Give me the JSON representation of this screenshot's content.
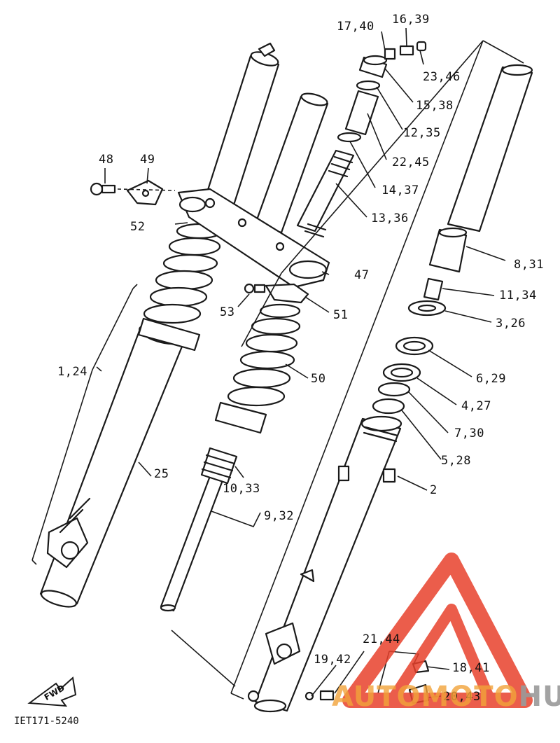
{
  "diagram": {
    "drawing_code": "IET171-5240",
    "fwd_label": "FWD",
    "part_labels": {
      "p17_40": "17,40",
      "p16_39": "16,39",
      "p23_46": "23,46",
      "p15_38": "15,38",
      "p12_35": "12,35",
      "p22_45": "22,45",
      "p14_37": "14,37",
      "p13_36": "13,36",
      "p48": "48",
      "p49": "49",
      "p52": "52",
      "p47": "47",
      "p53": "53",
      "p51": "51",
      "p8_31": "8,31",
      "p11_34": "11,34",
      "p3_26": "3,26",
      "p50": "50",
      "p1_24": "1,24",
      "p6_29": "6,29",
      "p4_27": "4,27",
      "p7_30": "7,30",
      "p5_28": "5,28",
      "p25": "25",
      "p2": "2",
      "p10_33": "10,33",
      "p9_32": "9,32",
      "p21_44": "21,44",
      "p19_42": "19,42",
      "p18_41": "18,41",
      "p20_43": "20,43"
    }
  },
  "watermark": {
    "part1": "AUTOMOTO",
    "part2": "HUB",
    "color_red": "#e8412c",
    "color_orange": "#f2a33a",
    "color_gray": "#9a9a9a"
  },
  "colors": {
    "line": "#1a1a1a",
    "fill": "#ffffff"
  }
}
